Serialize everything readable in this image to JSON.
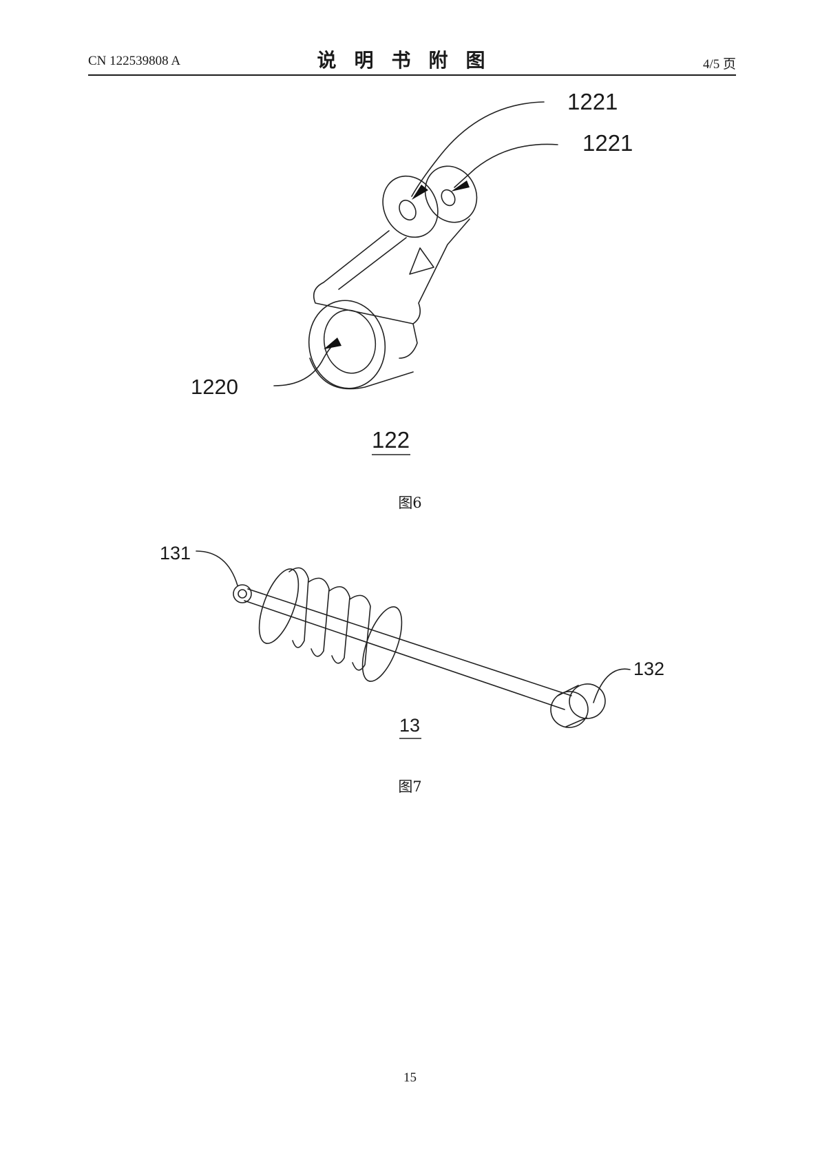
{
  "header": {
    "patent_number": "CN 122539808 A",
    "section_title": "说明书附图",
    "page_of_total": "4/5 页"
  },
  "figure6": {
    "reference_labels": {
      "hole_upper": "1221",
      "hole_lower": "1221",
      "ring_bore": "1220",
      "part_number": "122"
    },
    "caption": "图6"
  },
  "figure7": {
    "reference_labels": {
      "small_eye": "131",
      "end_sleeve": "132",
      "part_number": "13"
    },
    "caption": "图7"
  },
  "footer": {
    "page_number": "15"
  }
}
